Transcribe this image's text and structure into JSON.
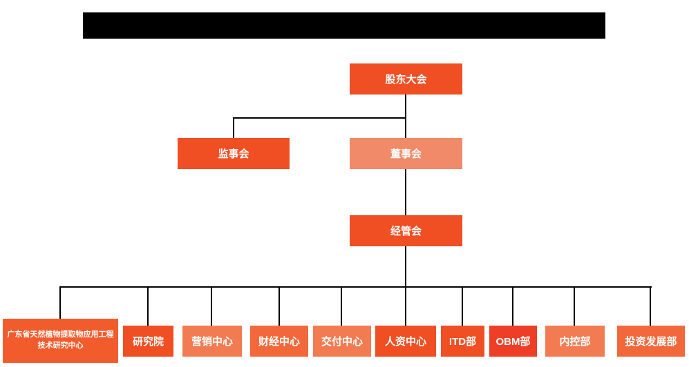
{
  "diagram": {
    "type": "org-chart",
    "background": "#ffffff",
    "line_color": "#000000",
    "title_bar": {
      "style": "redacted-black-bar",
      "color": "#000000"
    },
    "nodes": {
      "shareholders": {
        "label": "股东大会",
        "color": "#f04e23"
      },
      "supervisory": {
        "label": "监事会",
        "color": "#f04e23"
      },
      "board": {
        "label": "董事会",
        "color": "#f08a68"
      },
      "management": {
        "label": "经管会",
        "color": "#f04e23"
      }
    },
    "departments": [
      {
        "label": "广东省天然植物提取物应用工程技术研究中心",
        "color": "#f25c2d"
      },
      {
        "label": "研究院",
        "color": "#f04e23"
      },
      {
        "label": "营销中心",
        "color": "#f37b52"
      },
      {
        "label": "财经中心",
        "color": "#f2683a"
      },
      {
        "label": "交付中心",
        "color": "#f37b52"
      },
      {
        "label": "人资中心",
        "color": "#f04e23"
      },
      {
        "label": "ITD部",
        "color": "#f04e23"
      },
      {
        "label": "OBM部",
        "color": "#ee3f26"
      },
      {
        "label": "内控部",
        "color": "#f37b52"
      },
      {
        "label": "投资发展部",
        "color": "#f2683a"
      }
    ]
  }
}
